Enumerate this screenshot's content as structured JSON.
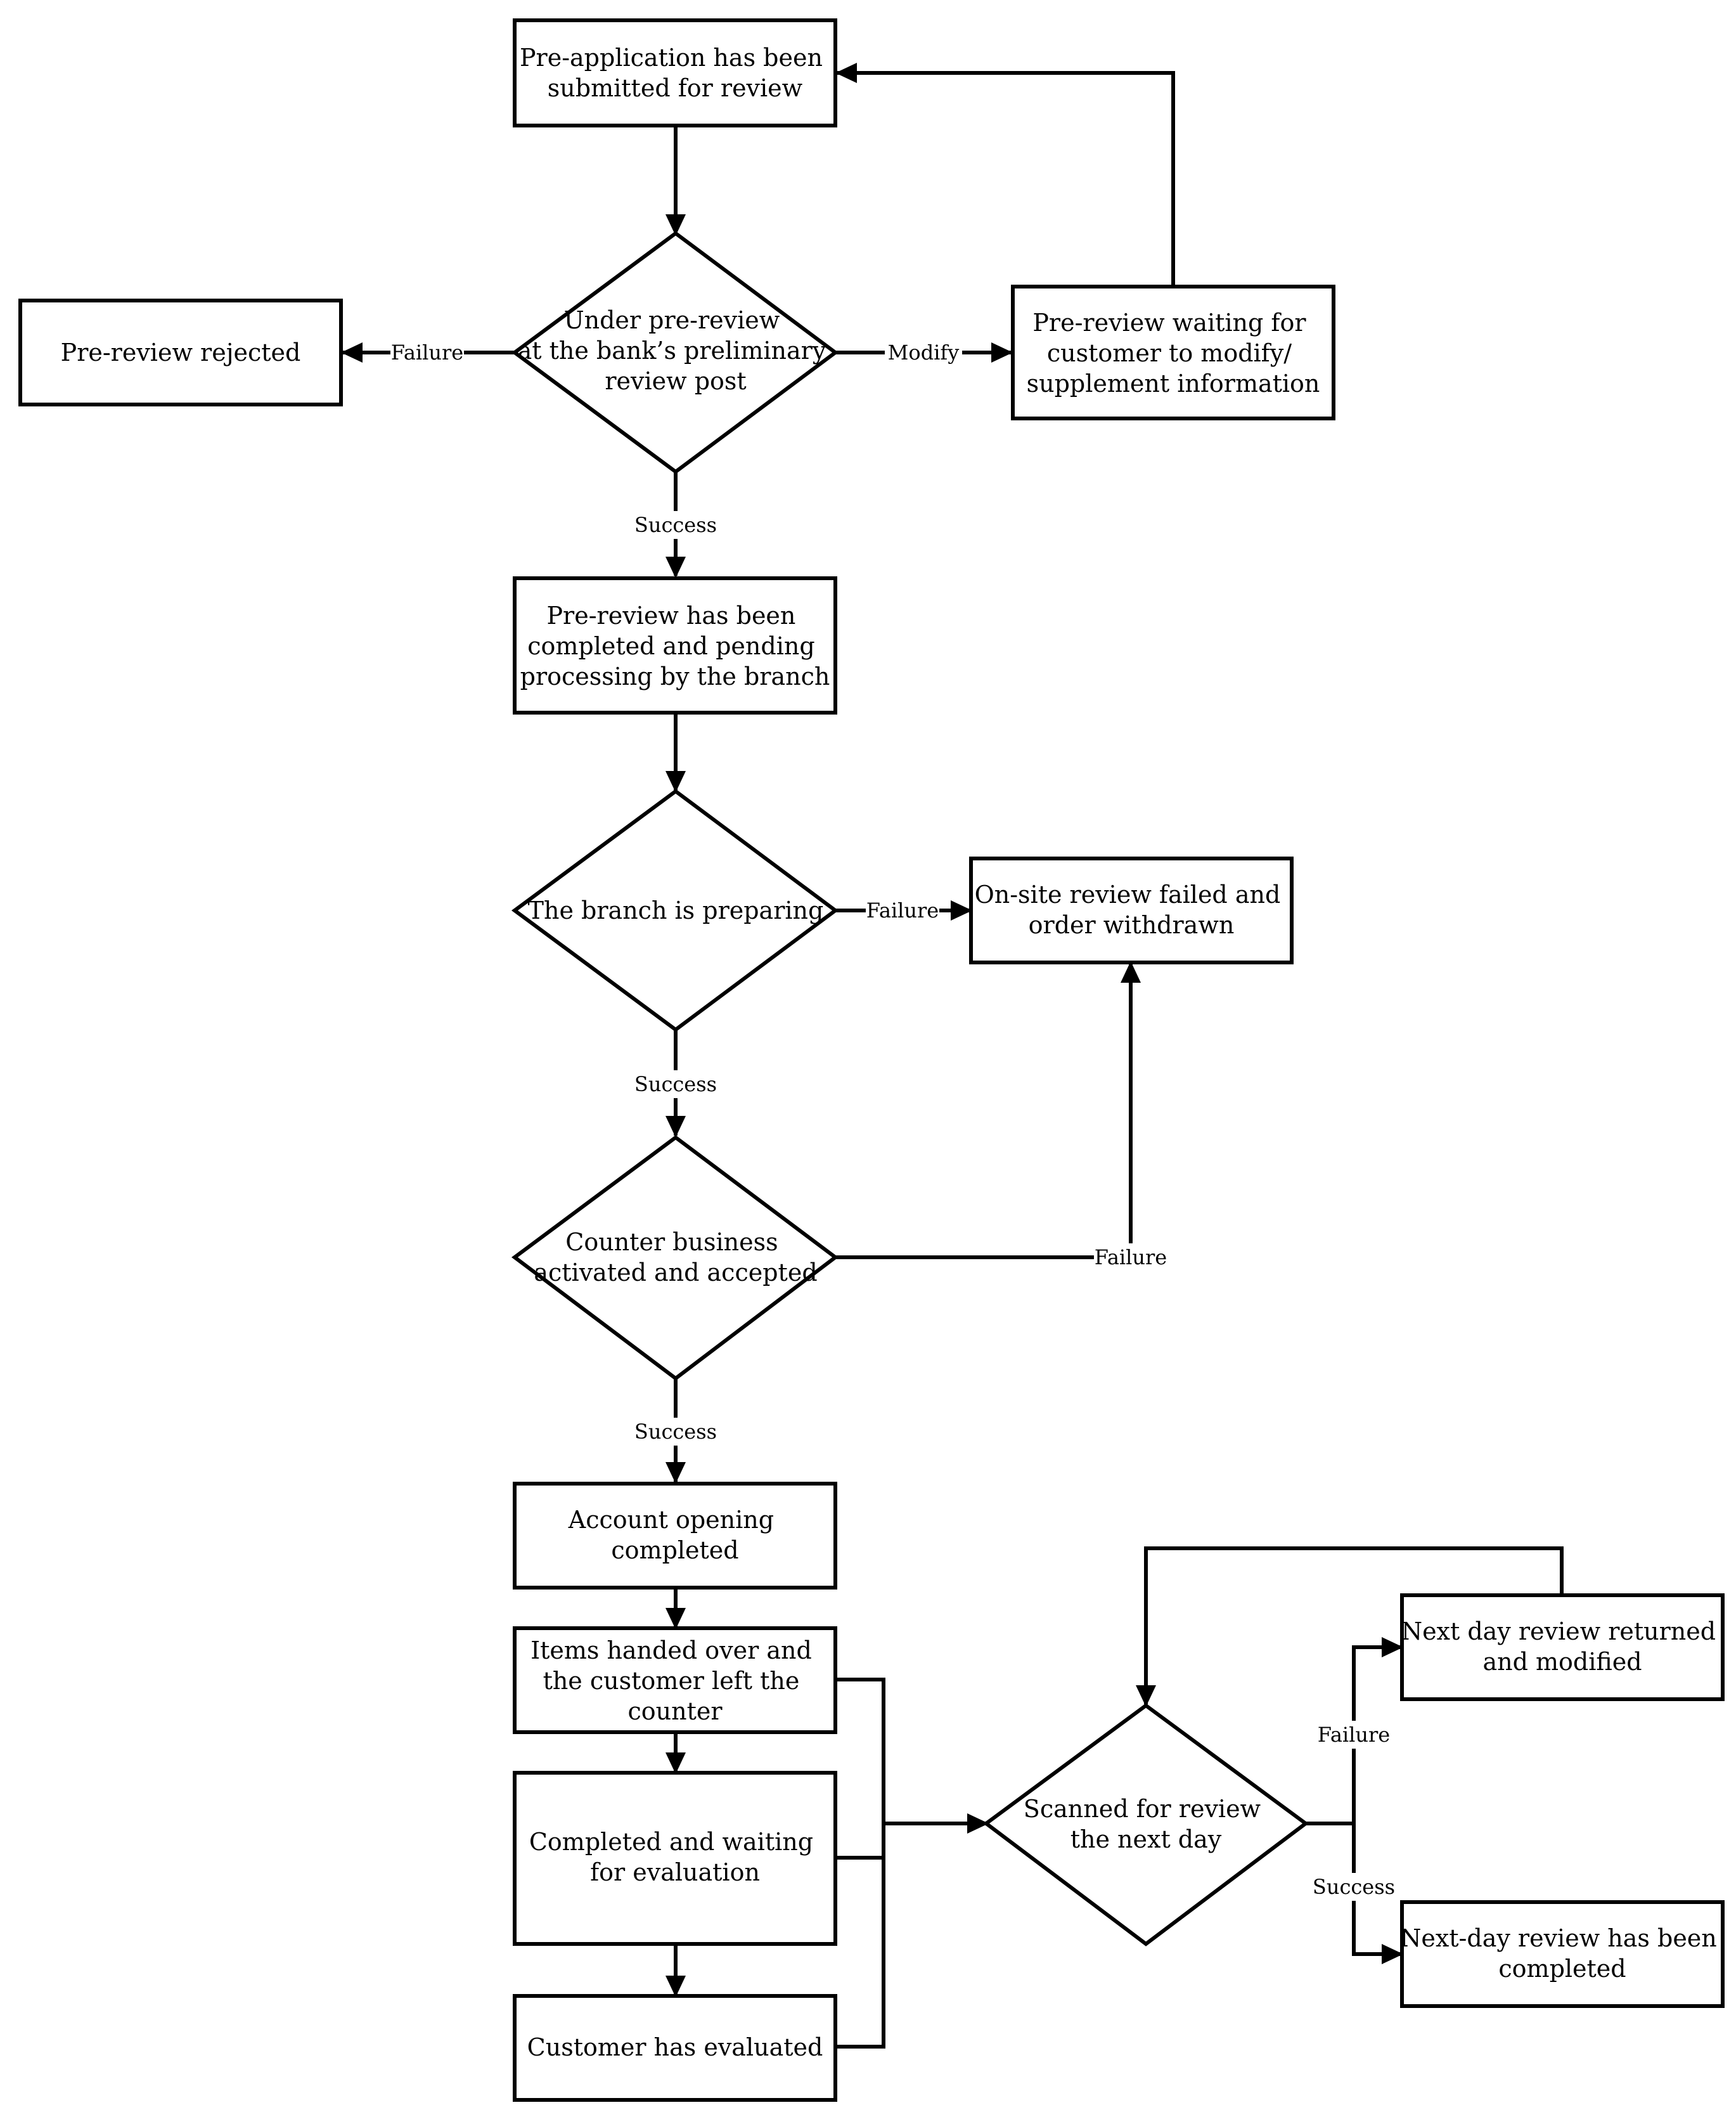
{
  "nodes": {
    "submitted": {
      "lines": [
        "Pre-application has been",
        "submitted for review"
      ]
    },
    "pre_review": {
      "lines": [
        "Under pre-review",
        "at the bank’s preliminary",
        "review post"
      ]
    },
    "rejected": {
      "lines": [
        "Pre-review rejected"
      ]
    },
    "waiting_modify": {
      "lines": [
        "Pre-review waiting for",
        "customer to modify/",
        "supplement information"
      ]
    },
    "pending_branch": {
      "lines": [
        "Pre-review has been",
        "completed and pending",
        "processing by the branch"
      ]
    },
    "branch_preparing": {
      "lines": [
        "The branch is preparing"
      ]
    },
    "onsite_failed": {
      "lines": [
        "On-site review failed and",
        "order withdrawn"
      ]
    },
    "counter_business": {
      "lines": [
        "Counter business",
        "activated and accepted"
      ]
    },
    "account_opening": {
      "lines": [
        "Account opening",
        "completed"
      ]
    },
    "items_handed": {
      "lines": [
        "Items handed over and",
        "the customer left the",
        "counter"
      ]
    },
    "waiting_eval": {
      "lines": [
        "Completed and waiting",
        "for evaluation"
      ]
    },
    "evaluated": {
      "lines": [
        "Customer has evaluated"
      ]
    },
    "scanned_review": {
      "lines": [
        "Scanned for review",
        "the next day"
      ]
    },
    "next_day_returned": {
      "lines": [
        "Next day review returned",
        "and modified"
      ]
    },
    "next_day_completed": {
      "lines": [
        "Next-day review has been",
        "completed"
      ]
    }
  },
  "edge_labels": {
    "pre_review_failure": "Failure",
    "pre_review_modify": "Modify",
    "pre_review_success": "Success",
    "branch_failure": "Failure",
    "branch_success": "Success",
    "counter_failure": "Failure",
    "counter_success": "Success",
    "scan_failure": "Failure",
    "scan_success": "Success"
  },
  "colors": {
    "stroke": "#000000",
    "fill": "#ffffff",
    "text": "#000000"
  }
}
